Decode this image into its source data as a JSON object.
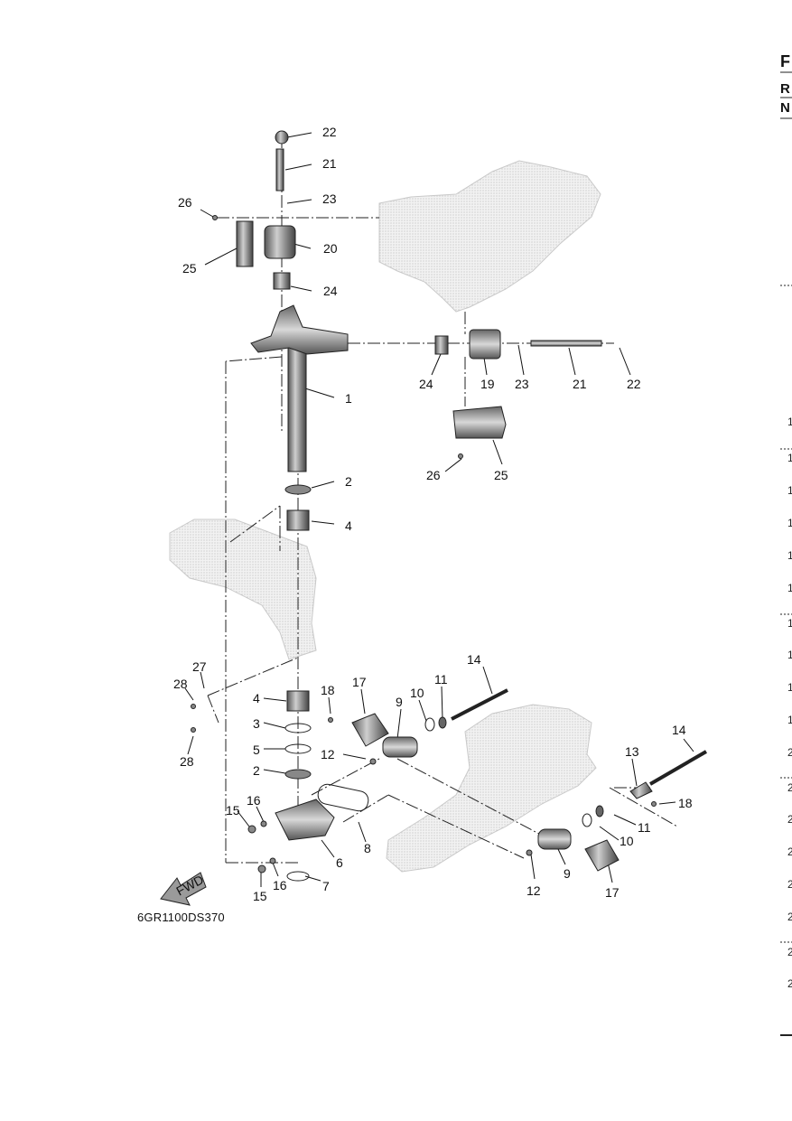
{
  "diagram": {
    "fwd_label": "FWD",
    "code": "6GR1100DS370"
  },
  "callouts": [
    {
      "id": "c22a",
      "text": "22"
    },
    {
      "id": "c21a",
      "text": "21"
    },
    {
      "id": "c23a",
      "text": "23"
    },
    {
      "id": "c26a",
      "text": "26"
    },
    {
      "id": "c20",
      "text": "20"
    },
    {
      "id": "c25a",
      "text": "25"
    },
    {
      "id": "c24a",
      "text": "24"
    },
    {
      "id": "c1",
      "text": "1"
    },
    {
      "id": "c24b",
      "text": "24"
    },
    {
      "id": "c19",
      "text": "19"
    },
    {
      "id": "c23b",
      "text": "23"
    },
    {
      "id": "c21b",
      "text": "21"
    },
    {
      "id": "c22b",
      "text": "22"
    },
    {
      "id": "c26b",
      "text": "26"
    },
    {
      "id": "c25b",
      "text": "25"
    },
    {
      "id": "c2a",
      "text": "2"
    },
    {
      "id": "c4a",
      "text": "4"
    },
    {
      "id": "c27",
      "text": "27"
    },
    {
      "id": "c28a",
      "text": "28"
    },
    {
      "id": "c28b",
      "text": "28"
    },
    {
      "id": "c4b",
      "text": "4"
    },
    {
      "id": "c3",
      "text": "3"
    },
    {
      "id": "c5",
      "text": "5"
    },
    {
      "id": "c2b",
      "text": "2"
    },
    {
      "id": "c18a",
      "text": "18"
    },
    {
      "id": "c17a",
      "text": "17"
    },
    {
      "id": "c9a",
      "text": "9"
    },
    {
      "id": "c10a",
      "text": "10"
    },
    {
      "id": "c11a",
      "text": "11"
    },
    {
      "id": "c14a",
      "text": "14"
    },
    {
      "id": "c12a",
      "text": "12"
    },
    {
      "id": "c16a",
      "text": "16"
    },
    {
      "id": "c15a",
      "text": "15"
    },
    {
      "id": "c8",
      "text": "8"
    },
    {
      "id": "c6",
      "text": "6"
    },
    {
      "id": "c16b",
      "text": "16"
    },
    {
      "id": "c15b",
      "text": "15"
    },
    {
      "id": "c7",
      "text": "7"
    },
    {
      "id": "c14b",
      "text": "14"
    },
    {
      "id": "c13",
      "text": "13"
    },
    {
      "id": "c18b",
      "text": "18"
    },
    {
      "id": "c11b",
      "text": "11"
    },
    {
      "id": "c10b",
      "text": "10"
    },
    {
      "id": "c9b",
      "text": "9"
    },
    {
      "id": "c12b",
      "text": "12"
    },
    {
      "id": "c17b",
      "text": "17"
    }
  ],
  "right_edge": {
    "headings": [
      "F",
      "R",
      "N"
    ],
    "numbers": [
      "1",
      "1",
      "1",
      "1",
      "1",
      "1",
      "1",
      "1",
      "1",
      "1",
      "2",
      "2",
      "2",
      "2",
      "2",
      "2",
      "2",
      "2"
    ]
  }
}
